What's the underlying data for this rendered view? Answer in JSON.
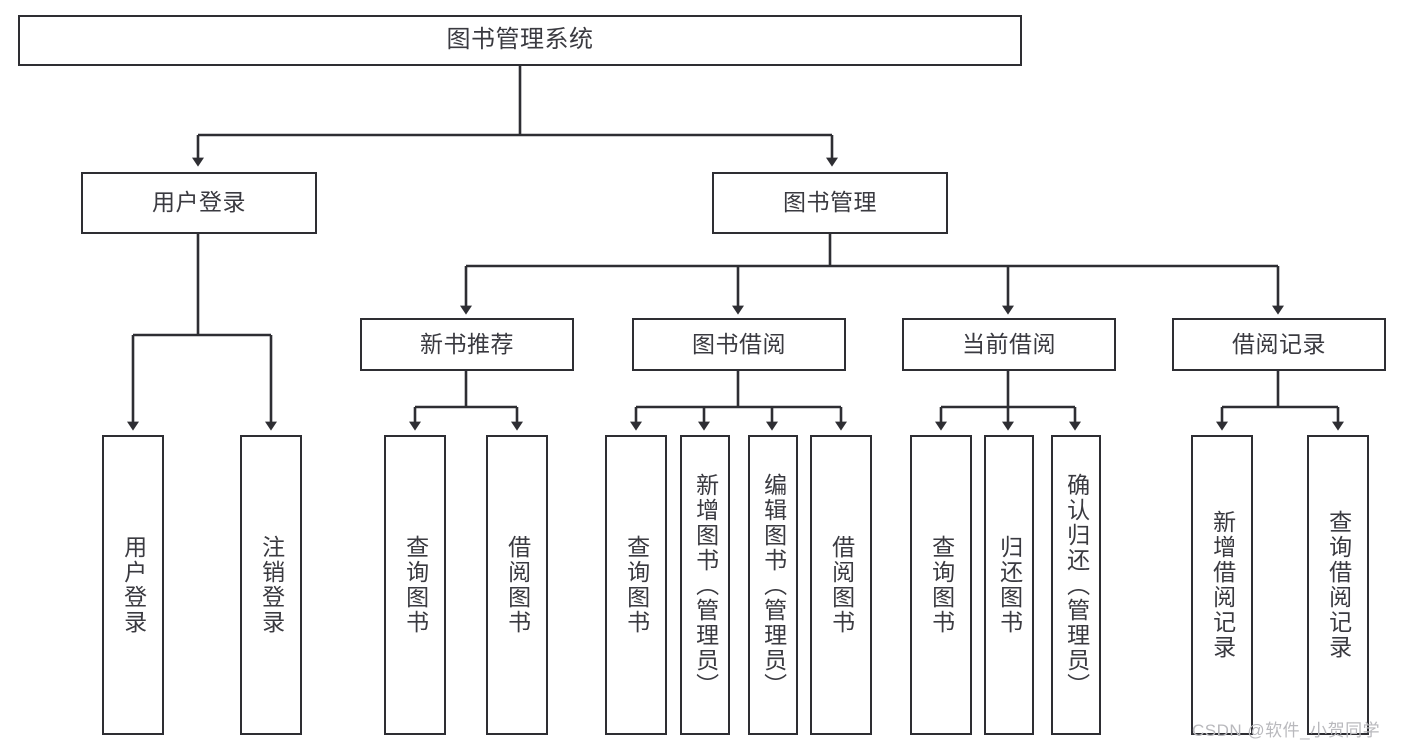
{
  "diagram": {
    "type": "tree-hierarchy-chart",
    "title": "图书管理系统",
    "orientation": "top-down",
    "line_color": "#2e2e33",
    "text_color": "#3a3a40",
    "background_color": "#ffffff",
    "nodes": {
      "root": {
        "label": "图书管理系统"
      },
      "level1": [
        {
          "label": "用户登录"
        },
        {
          "label": "图书管理"
        }
      ],
      "level2": [
        {
          "label": "新书推荐"
        },
        {
          "label": "图书借阅"
        },
        {
          "label": "当前借阅"
        },
        {
          "label": "借阅记录"
        }
      ],
      "leaves": {
        "user_login": [
          {
            "label": "用户登录"
          },
          {
            "label": "注销登录"
          }
        ],
        "new_book_recommend": [
          {
            "label": "查询图书"
          },
          {
            "label": "借阅图书"
          }
        ],
        "book_borrow": [
          {
            "label": "查询图书"
          },
          {
            "label": "新增图书（管理员）"
          },
          {
            "label": "编辑图书（管理员）"
          },
          {
            "label": "借阅图书"
          }
        ],
        "current_borrow": [
          {
            "label": "查询图书"
          },
          {
            "label": "归还图书"
          },
          {
            "label": "确认归还（管理员）"
          }
        ],
        "borrow_record": [
          {
            "label": "新增借阅记录"
          },
          {
            "label": "查询借阅记录"
          }
        ]
      }
    }
  },
  "watermark": {
    "text": "CSDN @软件_小贺同学"
  }
}
